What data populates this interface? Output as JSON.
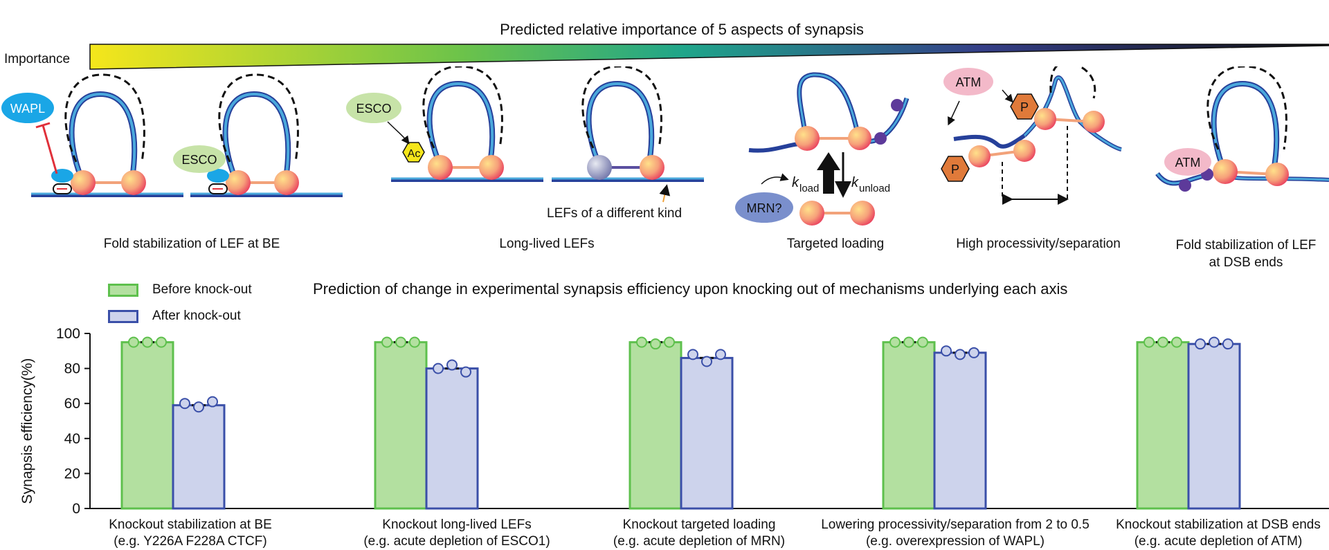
{
  "header": {
    "title": "Predicted relative importance of 5 aspects of synapsis",
    "importance_label": "Importance"
  },
  "colors": {
    "before": "#b3e0a0",
    "before_stroke": "#5ec04d",
    "after": "#cdd3ec",
    "after_stroke": "#3a4fa8",
    "gradient": [
      "#f5e61b",
      "#2fb37e",
      "#1c8a93",
      "#3a3d86",
      "#101010"
    ],
    "dna_light": "#4aa8dc",
    "dna_dark": "#26409a"
  },
  "diagram": {
    "panels": [
      {
        "label": "Fold stabilization of LEF at BE"
      },
      {
        "label": "Long-lived LEFs"
      },
      {
        "label": "Targeted loading"
      },
      {
        "label": "High processivity/separation"
      },
      {
        "label": "Fold stabilization of LEF\nat DSB ends"
      }
    ],
    "labels": {
      "wapl": "WAPL",
      "esco": "ESCO",
      "ac": "Ac",
      "atm": "ATM",
      "p": "P",
      "mrn": "MRN?",
      "k": "k",
      "load": "load",
      "unload": "unload",
      "lefs_different": "LEFs of a different kind"
    }
  },
  "legend": {
    "before": "Before knock-out",
    "after": "After knock-out"
  },
  "chart_data": {
    "type": "bar",
    "title": "Prediction of change in experimental synapsis efficiency upon knocking out of mechanisms underlying each axis",
    "ylabel": "Synapsis efficiency(%)",
    "ylim": [
      0,
      100
    ],
    "yticks": [
      "0",
      "20",
      "40",
      "60",
      "80",
      "100"
    ],
    "categories": [
      "Knockout stabilization at BE\n(e.g. Y226A F228A CTCF)",
      "Knockout long-lived LEFs\n(e.g. acute depletion of ESCO1)",
      "Knockout targeted loading\n(e.g. acute depletion of MRN)",
      "Lowering processivity/separation from 2 to 0.5\n(e.g. overexpression of WAPL)",
      "Knockout stabilization at DSB ends\n(e.g. acute depletion of ATM)"
    ],
    "series": [
      {
        "name": "Before knock-out",
        "values": [
          95,
          95,
          95,
          95,
          95
        ],
        "points": [
          [
            95,
            95,
            95
          ],
          [
            95,
            95,
            95
          ],
          [
            95,
            94,
            95
          ],
          [
            95,
            95,
            95
          ],
          [
            95,
            95,
            95
          ]
        ]
      },
      {
        "name": "After knock-out",
        "values": [
          59,
          80,
          86,
          89,
          94
        ],
        "points": [
          [
            60,
            58,
            61
          ],
          [
            80,
            82,
            78
          ],
          [
            88,
            84,
            88
          ],
          [
            90,
            88,
            89
          ],
          [
            94,
            95,
            94
          ]
        ]
      }
    ]
  }
}
